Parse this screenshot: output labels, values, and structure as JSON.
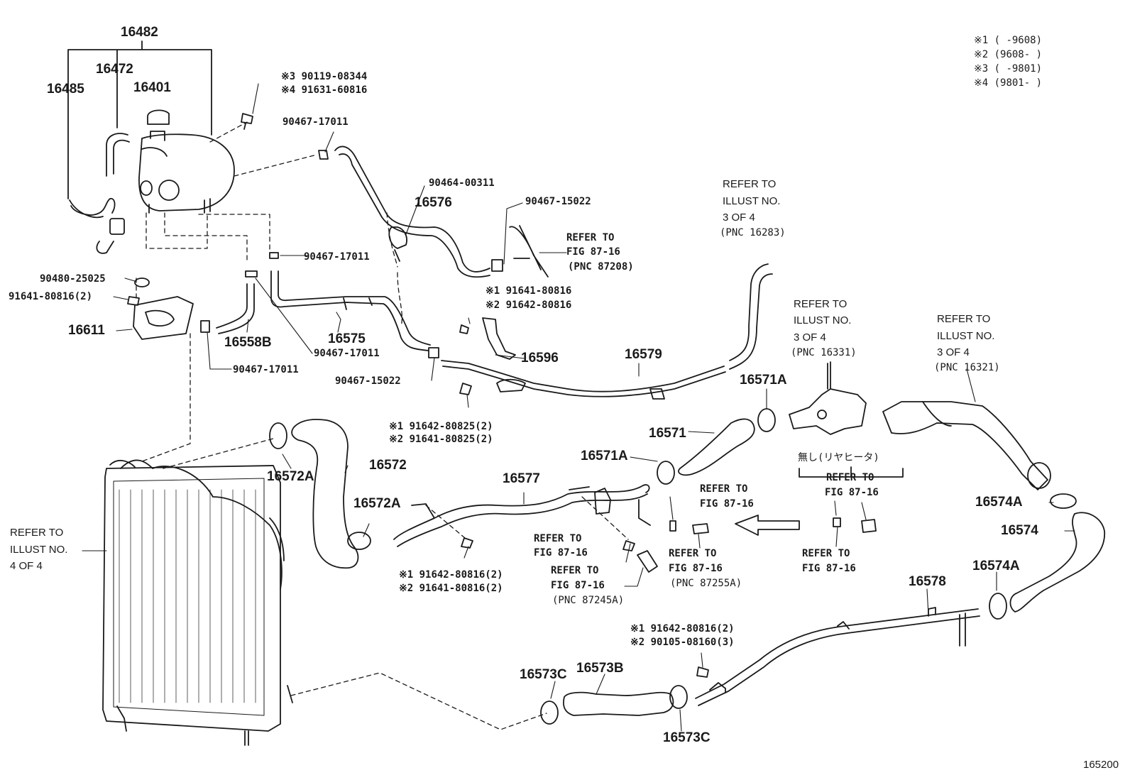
{
  "figure_id": "165200",
  "legend": [
    "※1 (     -9608)",
    "※2 (9608-      )",
    "※3 (     -9801)",
    "※4 (9801-      )"
  ],
  "parts": {
    "p16482": "16482",
    "p16472": "16472",
    "p16485": "16485",
    "p16401": "16401",
    "p16611": "16611",
    "p16558B": "16558B",
    "p16575": "16575",
    "p16576": "16576",
    "p16596": "16596",
    "p16579": "16579",
    "p16571A_top": "16571A",
    "p16571": "16571",
    "p16571A_mid": "16571A",
    "p16572": "16572",
    "p16572A_top": "16572A",
    "p16572A_low": "16572A",
    "p16577": "16577",
    "p16574A_top": "16574A",
    "p16574": "16574",
    "p16574A_low": "16574A",
    "p16578": "16578",
    "p16573C_left": "16573C",
    "p16573B": "16573B",
    "p16573C_right": "16573C"
  },
  "part_numbers": {
    "cap_bolt_3": "※3 90119-08344",
    "cap_bolt_4": "※4 91631-60816",
    "clip_17011_top": "90467-17011",
    "clamp_00311": "90464-00311",
    "clip_15022_top": "90467-15022",
    "clip_17011_mid": "90467-17011",
    "grommet_25025": "90480-25025",
    "bolt_80816_2": "91641-80816(2)",
    "bracket_bolt_1": "※1 91641-80816",
    "bracket_bolt_2": "※2 91642-80816",
    "clip_17011_b": "90467-17011",
    "clip_17011_c": "90467-17011",
    "clip_15022_low": "90467-15022",
    "bolt_80825_1": "※1 91642-80825(2)",
    "bolt_80825_2": "※2 91641-80825(2)",
    "bolt_80816_low_1": "※1 91642-80816(2)",
    "bolt_80816_low_2": "※2 91641-80816(2)",
    "pipe_bolt_1": "※1 91642-80816(2)",
    "pipe_bolt_2": "※2 90105-08160(3)"
  },
  "refs": {
    "fig_87208": [
      "REFER TO",
      "FIG 87-16",
      "(PNC 87208)"
    ],
    "illust_16283": [
      "REFER TO",
      "ILLUST NO.",
      "3 OF 4",
      "(PNC 16283)"
    ],
    "illust_16331": [
      "REFER TO",
      "ILLUST NO.",
      "3 OF 4",
      "(PNC 16331)"
    ],
    "illust_16321": [
      "REFER TO",
      "ILLUST NO.",
      "3 OF 4",
      "(PNC 16321)"
    ],
    "illust_radiator": [
      "REFER TO",
      "ILLUST NO.",
      "4 OF 4"
    ],
    "no_rear_heater": "無し(リヤヒータ)",
    "fig_a": [
      "REFER TO",
      "FIG 87-16"
    ],
    "fig_b": [
      "REFER TO",
      "FIG 87-16"
    ],
    "fig_c": [
      "REFER TO",
      "FIG 87-16"
    ],
    "fig_d": [
      "REFER TO",
      "FIG 87-16"
    ],
    "fig_87255A": [
      "REFER TO",
      "FIG 87-16",
      "(PNC 87255A)"
    ],
    "fig_87245A": [
      "REFER TO",
      "FIG 87-16",
      "(PNC 87245A)"
    ]
  }
}
